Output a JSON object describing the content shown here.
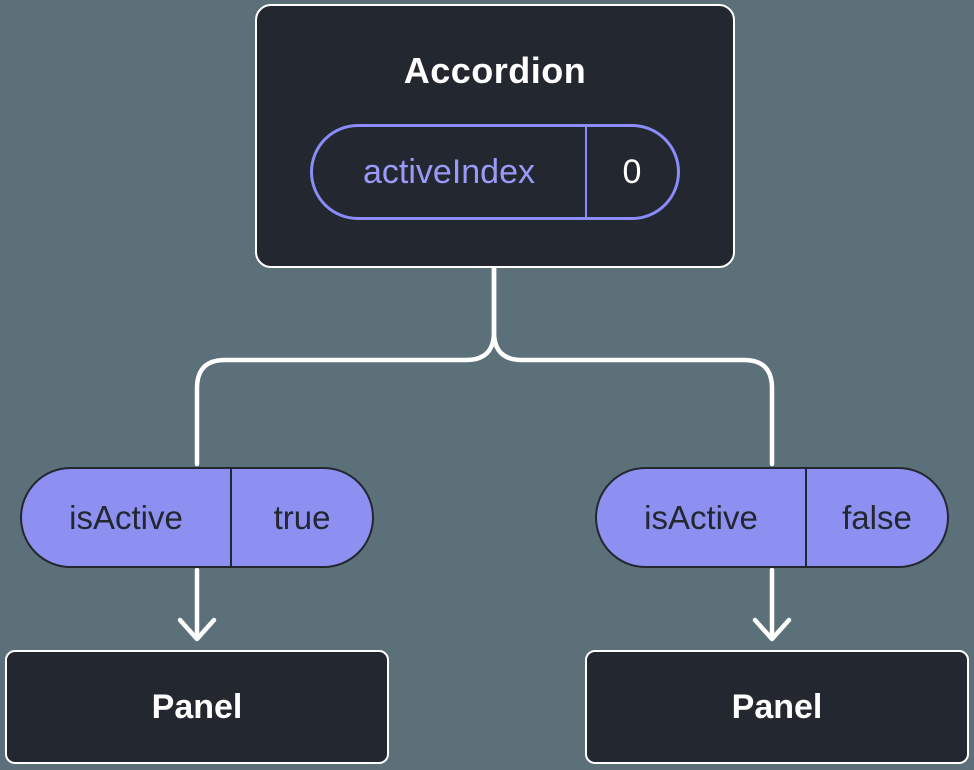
{
  "tree": {
    "root": {
      "label": "Accordion",
      "state": {
        "name": "activeIndex",
        "value": "0"
      }
    },
    "children": [
      {
        "prop": {
          "name": "isActive",
          "value": "true"
        },
        "label": "Panel"
      },
      {
        "prop": {
          "name": "isActive",
          "value": "false"
        },
        "label": "Panel"
      }
    ]
  },
  "colors": {
    "background": "#5c707a",
    "node_fill": "#23272f",
    "node_border": "#ffffff",
    "node_text": "#ffffff",
    "accent_purple": "#8b8bf9",
    "pill_fill": "#8d90f1",
    "pill_text": "#23272f",
    "connector": "#ffffff"
  }
}
